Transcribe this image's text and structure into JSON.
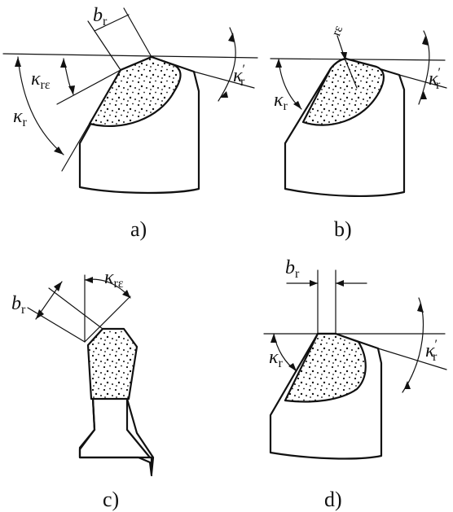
{
  "captions": {
    "a": "a)",
    "b": "b)",
    "c": "c)",
    "d": "d)"
  },
  "symbols": {
    "kappa": "κ",
    "sub_r": "r",
    "sub_re": "rε",
    "prime": "′",
    "b": "b",
    "r_eps": "rε"
  },
  "colors": {
    "ink": "#111111",
    "background": "#ffffff"
  }
}
